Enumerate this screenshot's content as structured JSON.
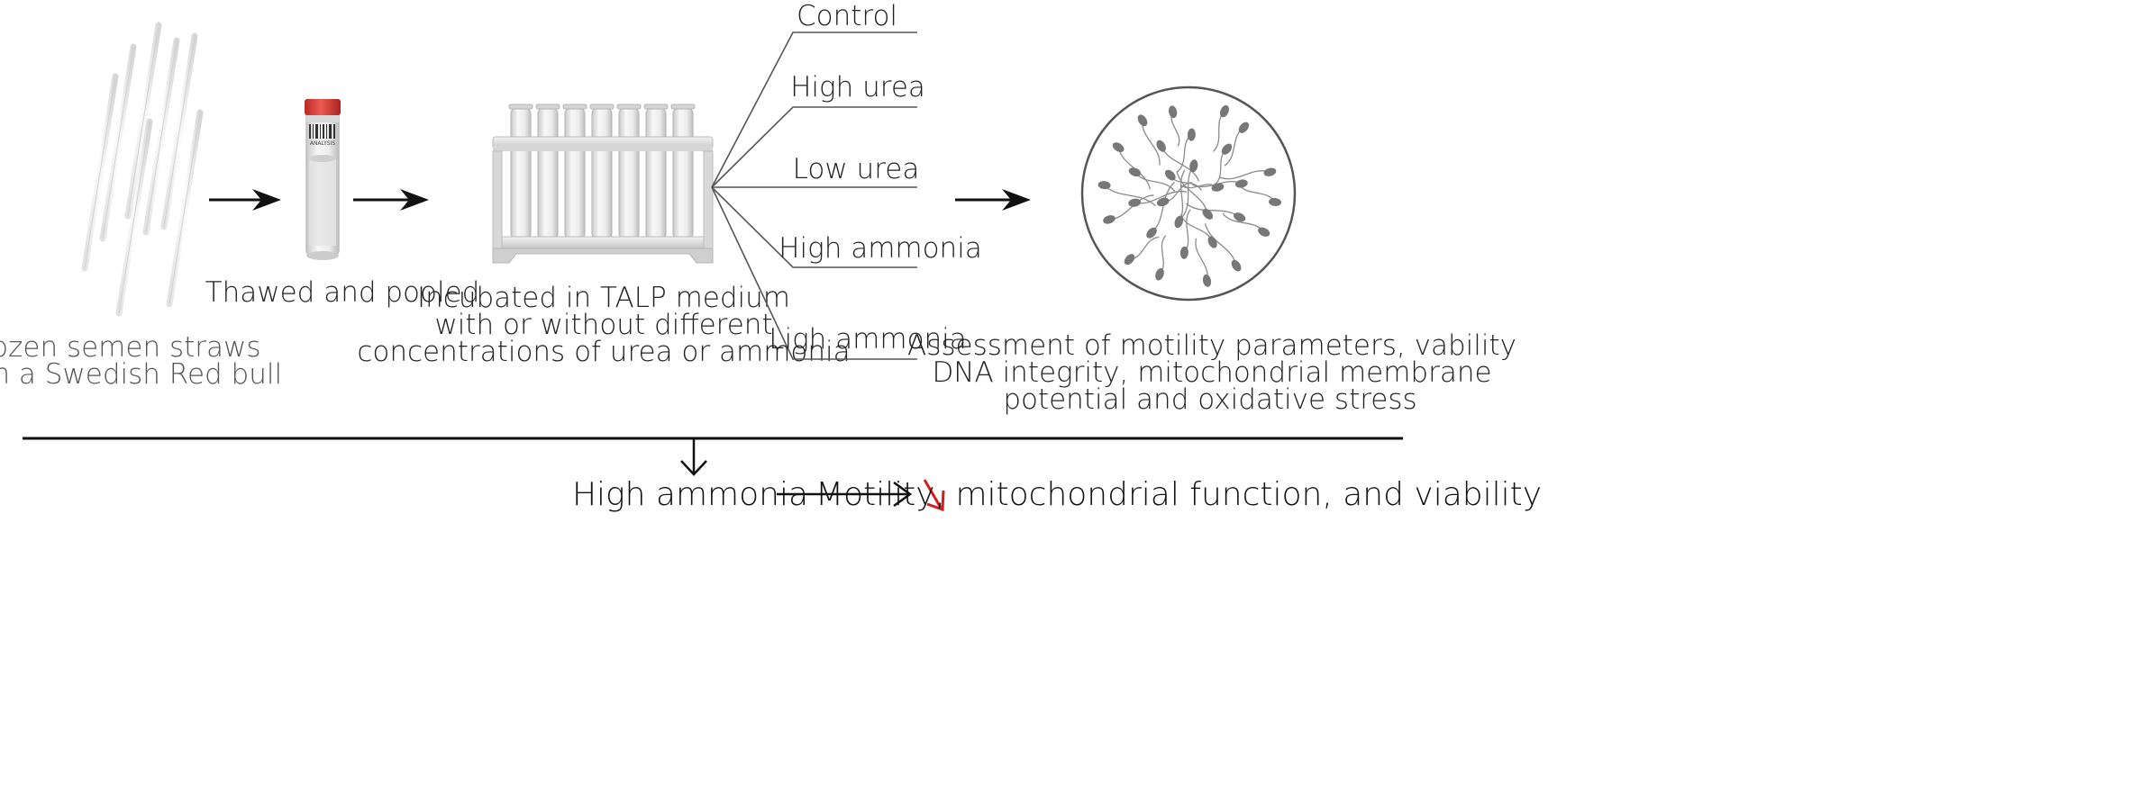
{
  "steps": {
    "frozen": {
      "line1": "Frozen semen straws",
      "line2": "from a Swedish Red bull"
    },
    "thawed": {
      "label": "Thawed and pooled"
    },
    "incubated": {
      "line1": "Incubated in TALP medium",
      "line2": "with or without different",
      "line3": "concentrations of urea or ammonia"
    },
    "tube_label_text": "ANALYSIS",
    "treatments": [
      "Control",
      "High urea",
      "Low urea",
      "High ammonia",
      "Ligh ammonia"
    ],
    "assessment": {
      "line1": "Assessment of motility parameters, vability",
      "line2": "DNA integrity, mitochondrial membrane",
      "line3": "potential  and oxidative stress"
    }
  },
  "result": {
    "cause": "High ammonia",
    "effect": "Motility, mitochondrial function, and viability",
    "direction": "decrease",
    "decrease_color": "#d11f1f"
  },
  "colors": {
    "arrow": "#111111",
    "lines": "#555555",
    "tube_cap": "#e0443e",
    "sperm": "#777777"
  }
}
